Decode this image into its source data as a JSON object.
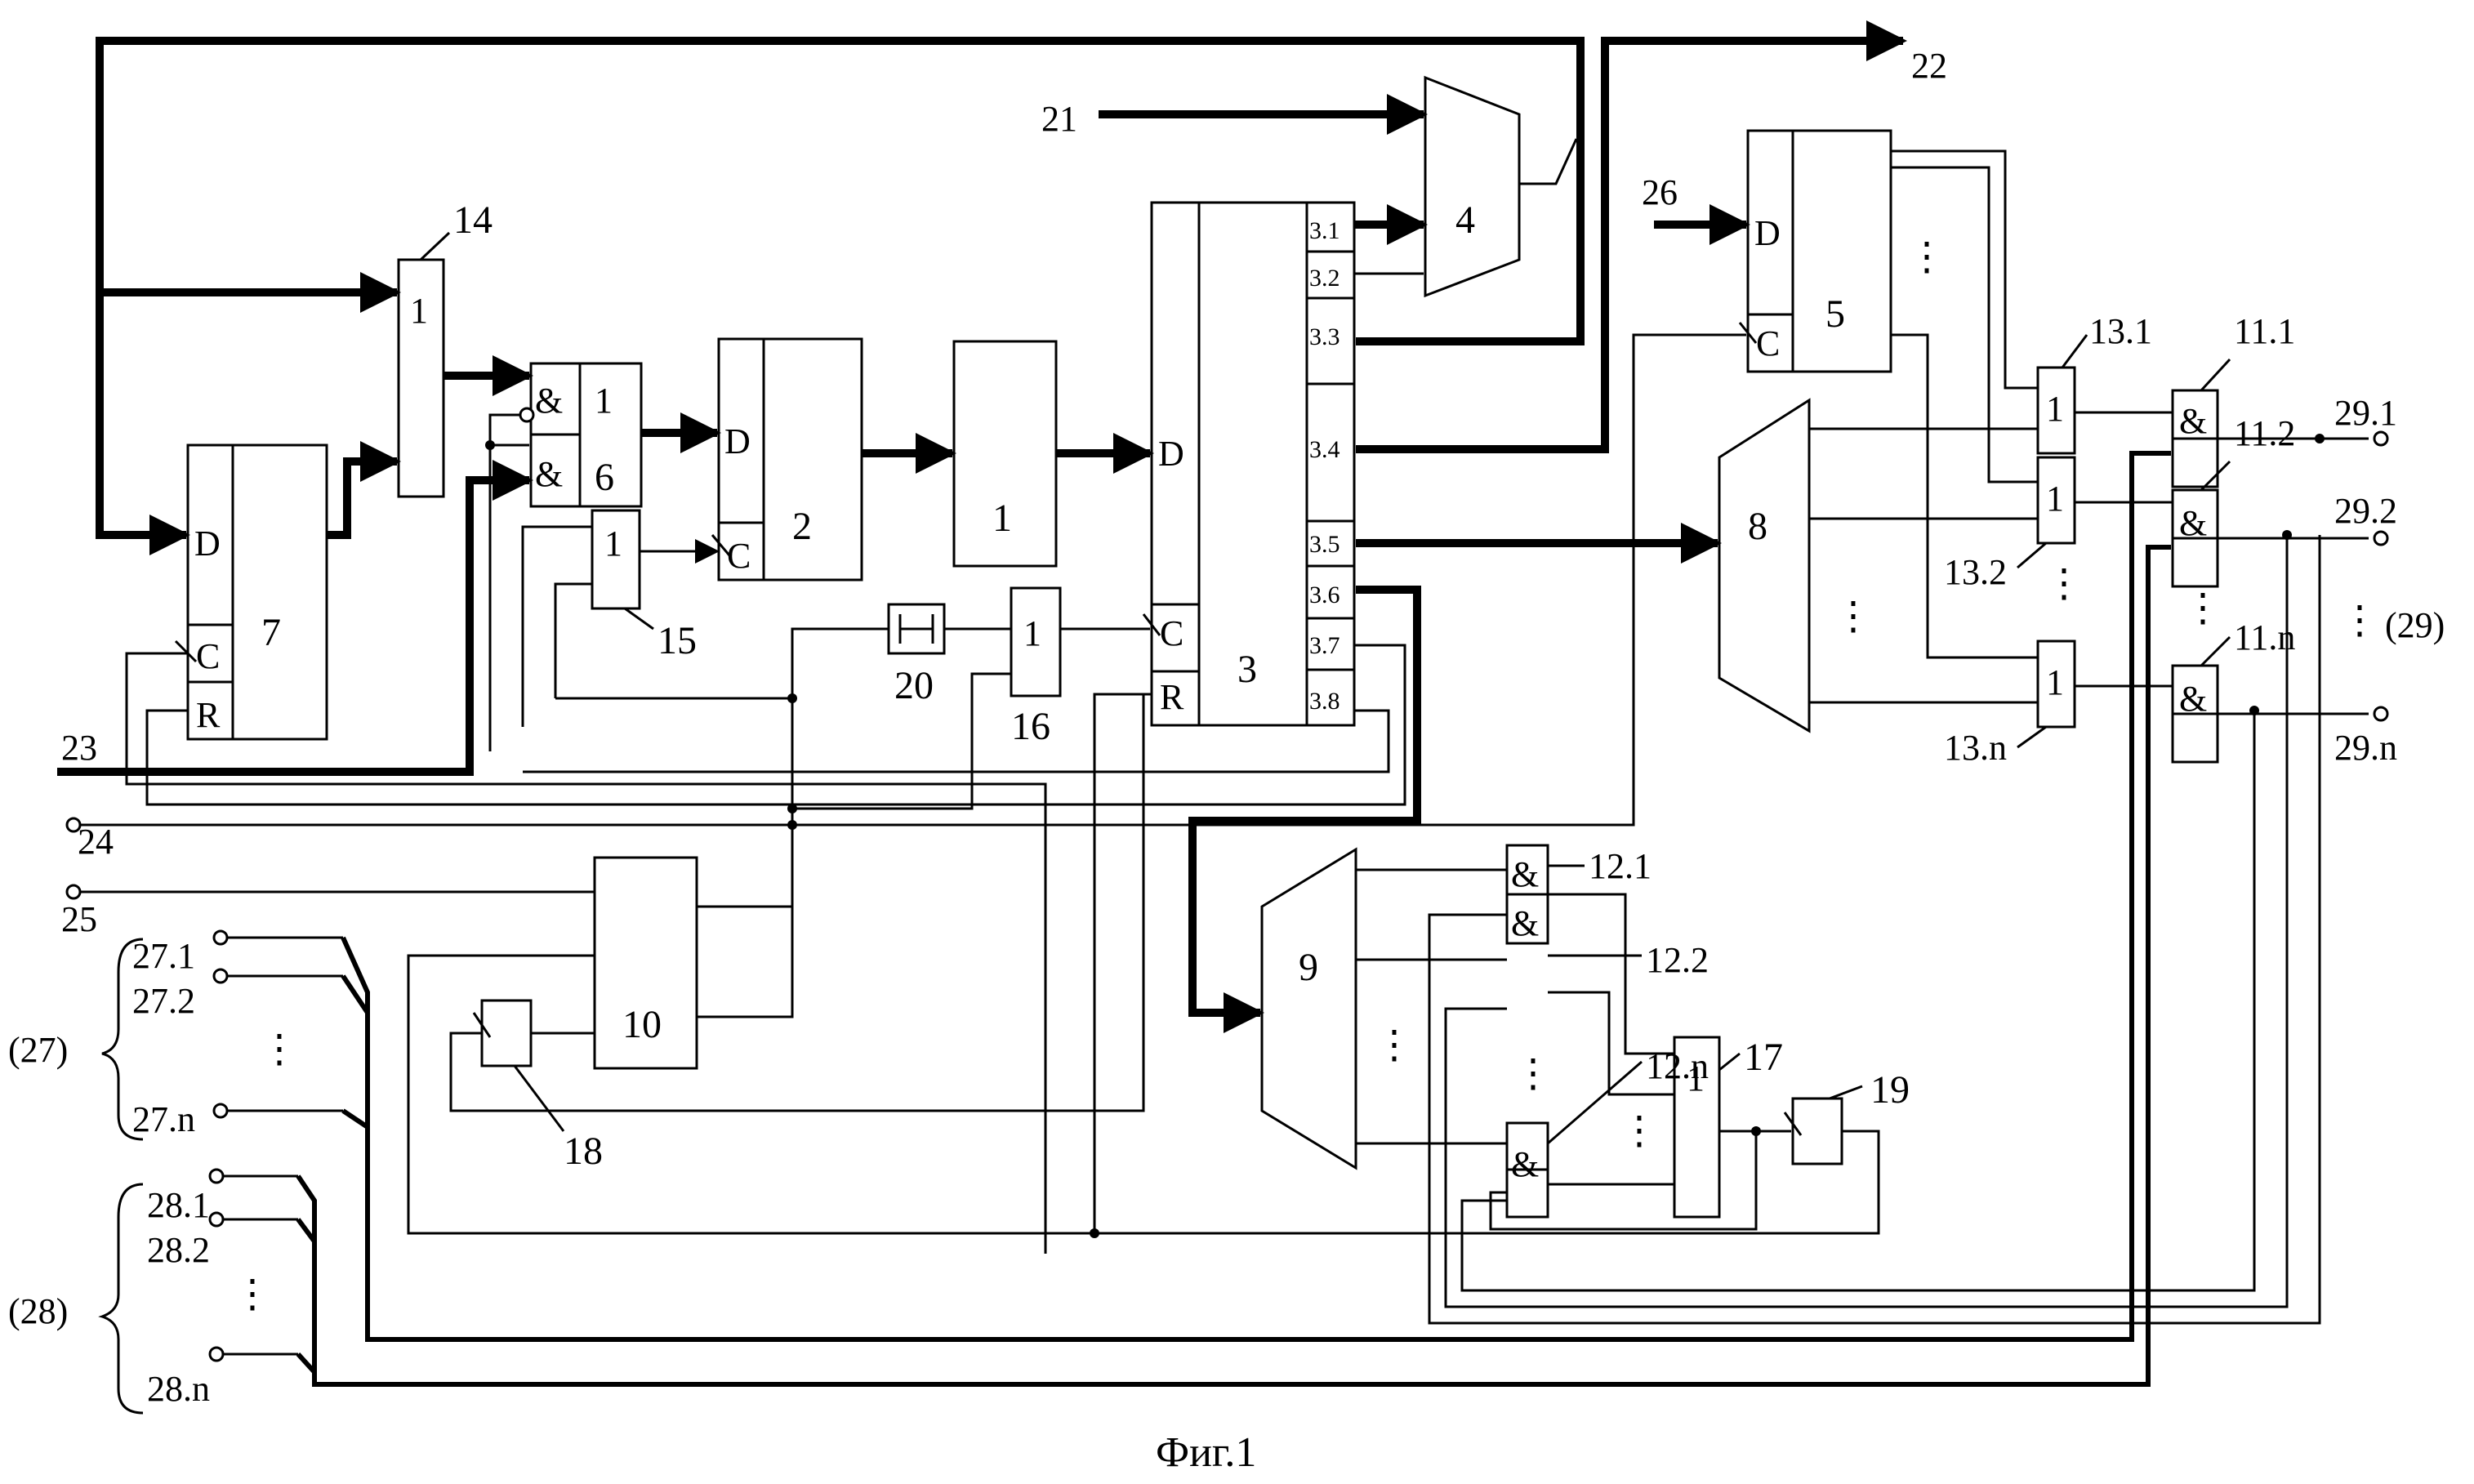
{
  "figure": {
    "caption": "Фиг.1",
    "blocks": {
      "b1": {
        "label": "1"
      },
      "b2": {
        "label": "2",
        "d": "D",
        "c": "C"
      },
      "b3": {
        "label": "3",
        "d": "D",
        "c": "C",
        "r": "R",
        "outputs": [
          "3.1",
          "3.2",
          "3.3",
          "3.4",
          "3.5",
          "3.6",
          "3.7",
          "3.8"
        ]
      },
      "b4": {
        "label": "4"
      },
      "b5": {
        "label": "5",
        "d": "D",
        "c": "C"
      },
      "b6": {
        "label": "6",
        "and1": "&",
        "and2": "&",
        "or_sym": "1"
      },
      "b7": {
        "label": "7",
        "d": "D",
        "c": "C",
        "r": "R"
      },
      "b8": {
        "label": "8"
      },
      "b9": {
        "label": "9"
      },
      "b10": {
        "label": "10"
      },
      "b14": {
        "label": "14",
        "sym": "1"
      },
      "b15": {
        "label": "15",
        "sym": "1"
      },
      "b16": {
        "label": "16",
        "sym": "1"
      },
      "b17": {
        "label": "17",
        "sym": "1"
      },
      "b18": {
        "label": "18"
      },
      "b19": {
        "label": "19"
      },
      "b20": {
        "label": "20",
        "sym": "⊢⊣"
      },
      "g11": {
        "sym": "&",
        "labels": [
          "11.1",
          "11.2",
          "11.n"
        ]
      },
      "g12": {
        "sym": "&",
        "labels": [
          "12.1",
          "12.2",
          "12.n"
        ]
      },
      "g13": {
        "sym": "1",
        "labels": [
          "13.1",
          "13.2",
          "13.n"
        ]
      }
    },
    "terminals": {
      "t21": "21",
      "t22": "22",
      "t23": "23",
      "t24": "24",
      "t25": "25",
      "t26": "26",
      "in27": [
        "27.1",
        "27.2",
        "27.n"
      ],
      "g27": "(27)",
      "in28": [
        "28.1",
        "28.2",
        "28.n"
      ],
      "g28": "(28)",
      "out29": [
        "29.1",
        "29.2",
        "29.n"
      ],
      "g29": "(29)"
    },
    "ellipsis": "⋮"
  }
}
